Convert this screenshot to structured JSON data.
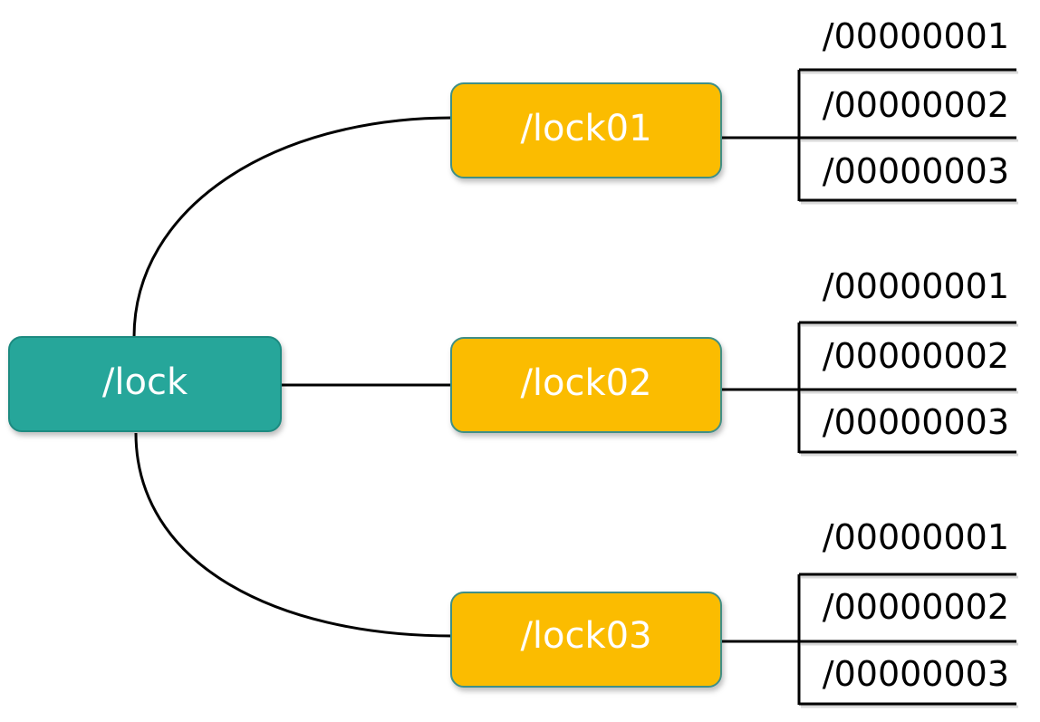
{
  "root": {
    "label": "/lock",
    "color": "#26a69a",
    "border": "#1f8a80"
  },
  "children": [
    {
      "label": "/lock01",
      "sequence": [
        "/00000001",
        "/00000002",
        "/00000003"
      ]
    },
    {
      "label": "/lock02",
      "sequence": [
        "/00000001",
        "/00000002",
        "/00000003"
      ]
    },
    {
      "label": "/lock03",
      "sequence": [
        "/00000001",
        "/00000002",
        "/00000003"
      ]
    }
  ],
  "child_color": "#fbbc04",
  "child_border": "#3f8f86"
}
